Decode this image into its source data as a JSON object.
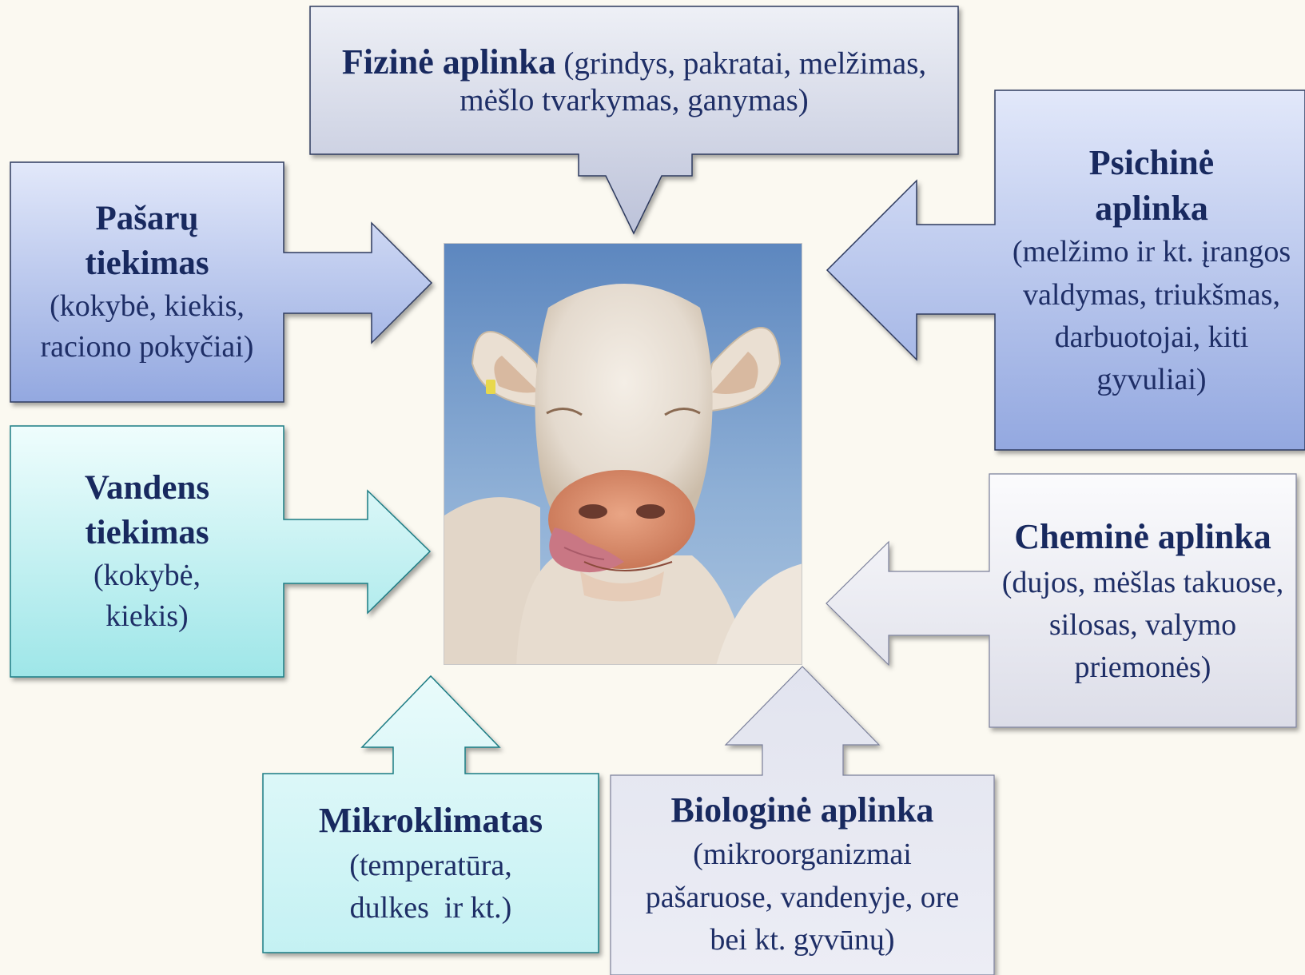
{
  "center_image": {
    "icon": "cow-photo"
  },
  "boxes": {
    "fizine": {
      "title": "Fizinė aplinka",
      "desc": "(grindys, pakratai, melžimas, mėšlo tvarkymas, ganymas)"
    },
    "pasaru": {
      "title": "Pašarų tiekimas",
      "desc": "(kokybė, kiekis, raciono pokyčiai)"
    },
    "psichine": {
      "title": "Psichinė aplinka",
      "desc": "(melžimo ir kt. įrangos valdymas, triukšmas, darbuotojai, kiti gyvuliai)"
    },
    "vandens": {
      "title": "Vandens tiekimas",
      "desc": "(kokybė, kiekis)"
    },
    "chemine": {
      "title": "Cheminė aplinka",
      "desc": "(dujos, mėšlas takuose, silosas, valymo priemonės)"
    },
    "mikroklimatas": {
      "title": "Mikroklimatas",
      "desc": "(temperatūra, dulkes  ir kt.)"
    },
    "biologine": {
      "title": "Biologinė aplinka",
      "desc": "(mikroorganizmai pašaruose, vandenyje, ore bei kt. gyvūnų)"
    }
  },
  "colors": {
    "grey_blue": "#c3c8dc",
    "blue": "#9fb0e0",
    "teal": "#9fe6e8",
    "light_grey": "#e6e6ef",
    "text": "#1e2e66"
  }
}
